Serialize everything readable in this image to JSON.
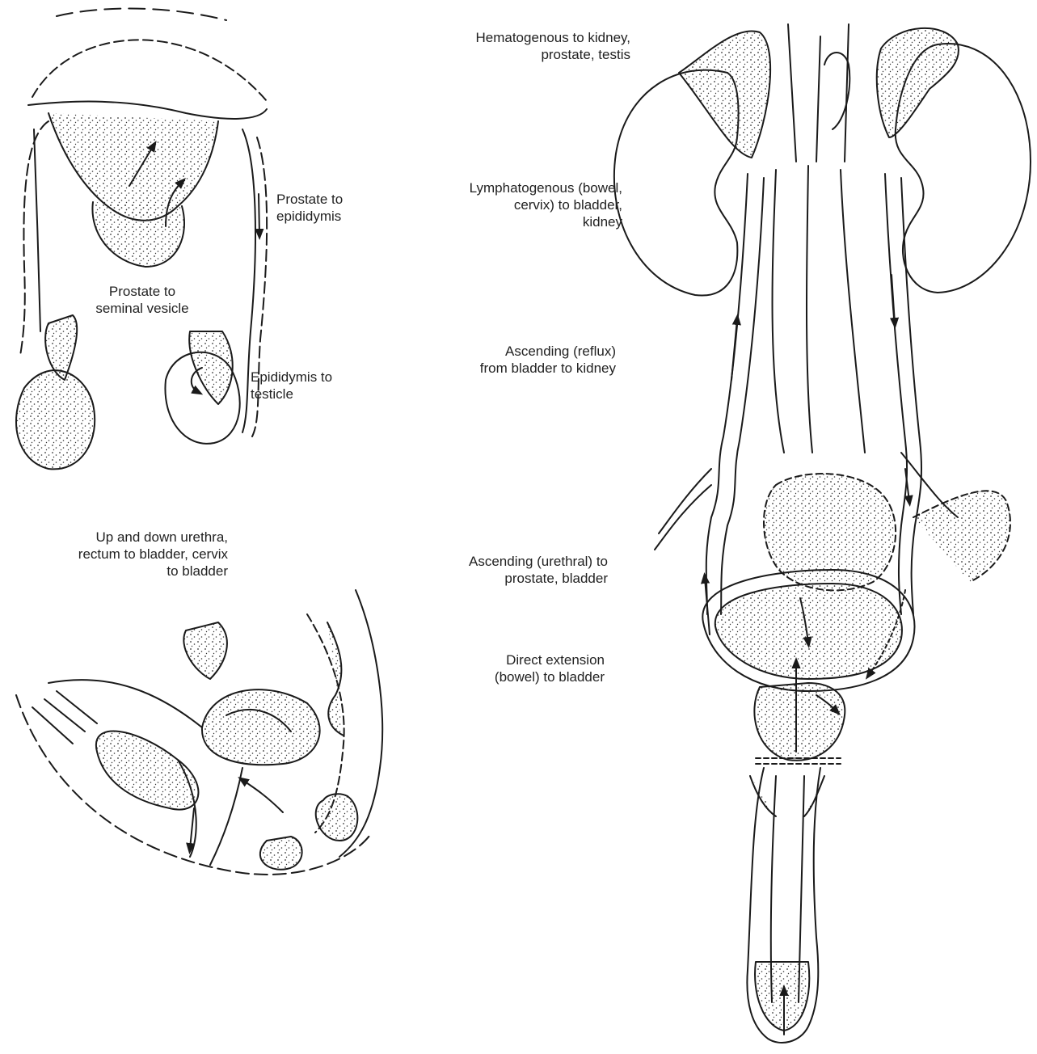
{
  "labels": {
    "prostate_epididymis": [
      "Prostate to",
      "epididymis"
    ],
    "prostate_seminal": [
      "Prostate to",
      "seminal vesicle"
    ],
    "epididymis_testicle": [
      "Epididymis to",
      "testicle"
    ],
    "urethra_rectum_cervix": [
      "Up and down urethra,",
      "rectum to bladder, cervix",
      "to bladder"
    ],
    "hematogenous": [
      "Hematogenous to kidney,",
      "prostate, testis"
    ],
    "lymphatogenous": [
      "Lymphatogenous (bowel,",
      "cervix) to bladder,",
      "kidney"
    ],
    "ascending_reflux": [
      "Ascending (reflux)",
      "from bladder to kidney"
    ],
    "ascending_urethral": [
      "Ascending (urethral) to",
      "prostate, bladder"
    ],
    "direct_extension": [
      "Direct extension",
      "(bowel) to bladder"
    ]
  },
  "colors": {
    "ink": "#1a1a1a",
    "paper": "#ffffff"
  }
}
